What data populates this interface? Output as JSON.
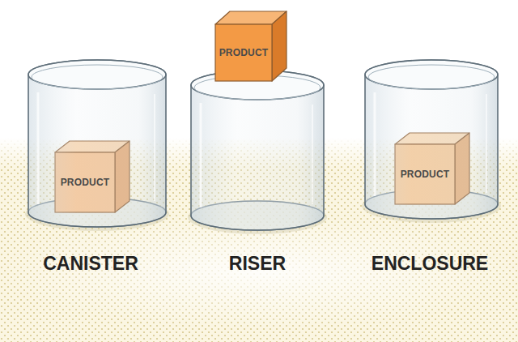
{
  "diagram": {
    "nodes": [
      {
        "text": [
          "PRODUCT"
        ]
      },
      {
        "text": [
          "PRODUCT"
        ]
      },
      {
        "text": [
          "PRODUCT"
        ]
      }
    ],
    "labels": [
      "CANISTER",
      "RISER",
      "ENCLOSURE"
    ]
  }
}
